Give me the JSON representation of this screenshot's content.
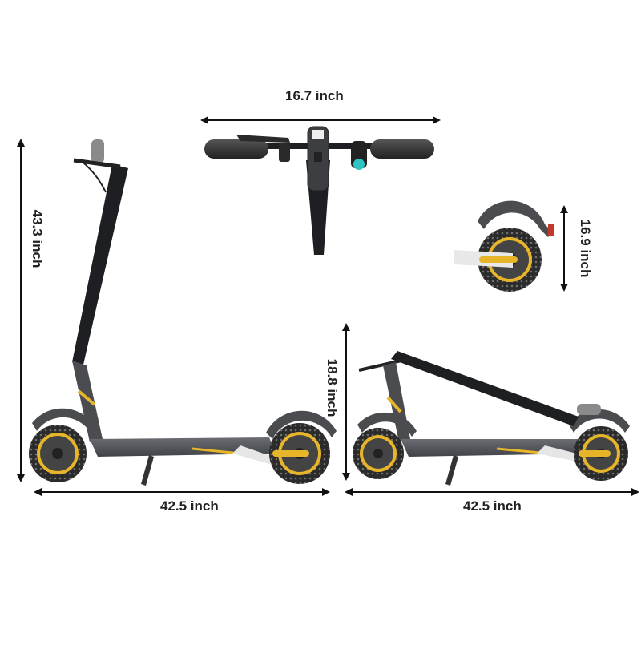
{
  "dimensions": {
    "handlebar_width": "16.7 inch",
    "height": "43.3 inch",
    "wheel_diameter": "16.9 inch",
    "folded_height": "18.8 inch",
    "unfolded_length": "42.5 inch",
    "folded_length": "42.5 inch"
  },
  "colors": {
    "frame": "#3a3c40",
    "frame_dark": "#1e1f22",
    "accent": "#e7b52a",
    "deck": "#5a5d62",
    "tire": "#2b2b2b",
    "tire_dots": "#6f6f6f",
    "arrow": "#111111",
    "display_light": "#2ec4c4"
  },
  "icons": {
    "arrow": "double-headed-arrow-icon",
    "scooter": "electric-scooter-illustration"
  }
}
